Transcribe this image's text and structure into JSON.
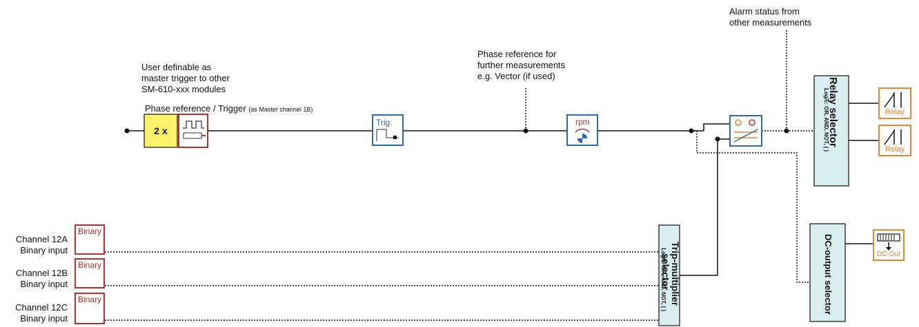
{
  "annotations": {
    "master_trigger": "User definable as\nmaster trigger to other\nSM-610-xxx modules",
    "phase_reference_trigger": "Phase reference / Trigger",
    "phase_reference_trigger_note": "(as Master channel 1B)",
    "phase_reference_further": "Phase reference for\nfurther measurements\ne.g. Vector (if used)",
    "alarm_status": "Alarm status from\nother measurements"
  },
  "blocks": {
    "multiplier": "2 x",
    "trigger_icon": "Trig.",
    "rpm_icon": "rpm",
    "relay_selector": {
      "title": "Relay selector",
      "logic": "Logic: OR, AND, NOT, ( )"
    },
    "trip_selector": {
      "title_line1": "Trip-multiplier",
      "title_line2": "selector",
      "logic": "Logic: OR, AND, NOT, ( )"
    },
    "dc_selector": {
      "title": "DC-output selector"
    },
    "relay_outputs": [
      "Relay",
      "Relay"
    ],
    "dc_out": "DC-Out"
  },
  "inputs": [
    {
      "channel": "Channel 12A",
      "type": "Binary input",
      "icon_label": "Binary"
    },
    {
      "channel": "Channel 12B",
      "type": "Binary input",
      "icon_label": "Binary"
    },
    {
      "channel": "Channel 12C",
      "type": "Binary input",
      "icon_label": "Binary"
    }
  ],
  "colors": {
    "line": "#111111",
    "selector_fill": "#d9eeee",
    "multiplier_fill": "#fdf36b",
    "binary_border": "#b7312b",
    "output_border": "#e7862d",
    "icon_blue": "#2b6cb0"
  }
}
